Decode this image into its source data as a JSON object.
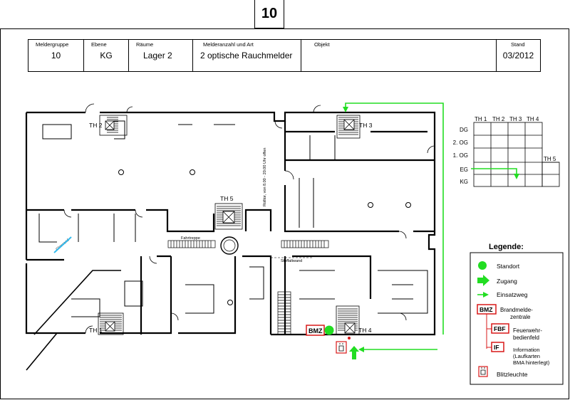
{
  "page_number": "10",
  "header": {
    "meldergruppe_label": "Meldergruppe",
    "meldergruppe_value": "10",
    "ebene_label": "Ebene",
    "ebene_value": "KG",
    "raeume_label": "Räume",
    "raeume_value": "Lager 2",
    "melderanzahl_label": "Melderanzahl und Art",
    "melderanzahl_value": "2 optische Rauchmelder",
    "objekt_label": "Objekt",
    "objekt_value": "",
    "stand_label": "Stand",
    "stand_value": "03/2012"
  },
  "plan": {
    "stair_labels": [
      "TH 1",
      "TH 2",
      "TH 3",
      "TH 4",
      "TH 5"
    ],
    "fahrtreppe": "Fahrtreppe",
    "stoffaltwand": "Stoffaltwand",
    "rolltor_note": "Rolltor, von 8.00 - 20.00 Uhr offen",
    "glaswand": "Glaswand",
    "bmz": "BMZ"
  },
  "floor_table": {
    "columns": [
      "TH 1",
      "TH 2",
      "TH 3",
      "TH 4",
      "TH 5"
    ],
    "rows": [
      "DG",
      "2. OG",
      "1. OG",
      "EG",
      "KG"
    ]
  },
  "legend": {
    "title": "Legende:",
    "standort": "Standort",
    "zugang": "Zugang",
    "einsatzweg": "Einsatzweg",
    "bmz_badge": "BMZ",
    "bmz_text_1": "Brandmelde-",
    "bmz_text_2": "zentrale",
    "fbf_badge": "FBF",
    "fbf_text_1": "Feuerwehr-",
    "fbf_text_2": "bedienfeld",
    "if_badge": "IF",
    "if_text_1": "Information",
    "if_text_2": "(Laufkarten",
    "if_text_3": "BMA hinterlegt)",
    "blitz_text": "Blitzleuchte"
  },
  "colors": {
    "green": "#22dd22",
    "red": "#d81818",
    "line": "#000000"
  }
}
